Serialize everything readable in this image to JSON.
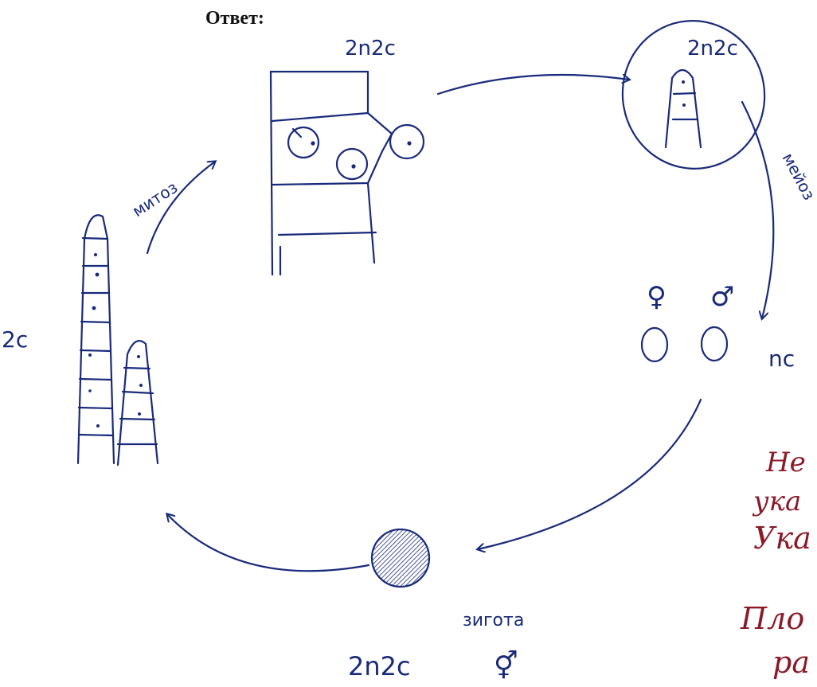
{
  "header": {
    "answer_label": "Ответ:"
  },
  "labels": {
    "ploidy_top": "2n2c",
    "ploidy_sporangium": "2n2c",
    "ploidy_left": "2c",
    "ploidy_gametes": "nc",
    "ploidy_zygote": "2n2c",
    "zygote": "зигота"
  },
  "processes": {
    "mitosis": "митоз",
    "meiosis": "мейоз"
  },
  "symbols": {
    "female": "♀",
    "male": "♂",
    "hermaphrodite": "⚥"
  },
  "grader_notes": [
    "Не",
    "ука",
    "Ука",
    "Пло",
    "ра"
  ],
  "colors": {
    "ink": "#1a2a7a",
    "red_ink": "#8a1a2a"
  }
}
